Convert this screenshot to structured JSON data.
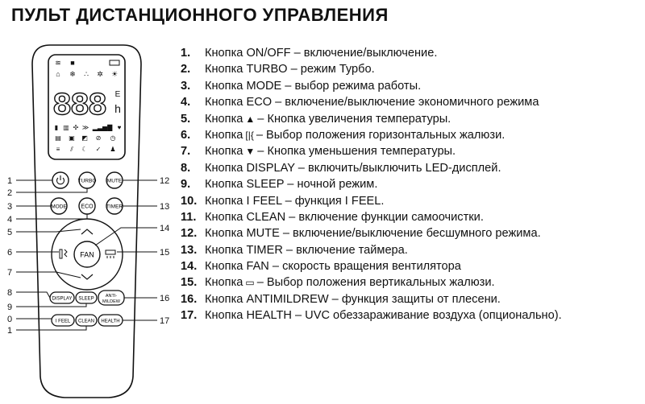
{
  "title": "ПУЛЬТ ДИСТАНЦИОННОГО УПРАВЛЕНИЯ",
  "remote": {
    "display_digits": "888",
    "display_unit_top": "E",
    "display_unit_bottom": "h",
    "buttons": {
      "turbo": "TURBO",
      "mute": "MUTE",
      "mode": "MODE",
      "eco": "ECO",
      "timer": "TIMER",
      "fan": "FAN",
      "display": "DISPLAY",
      "sleep": "SLEEP",
      "antimildew_1": "ANTI-",
      "antimildew_2": "MILDEW",
      "ifeel": "I FEEL",
      "clean": "CLEAN",
      "health": "HEALTH"
    },
    "callouts": {
      "c1": "1",
      "c2": "2",
      "c3": "3",
      "c4": "4",
      "c5": "5",
      "c6": "6",
      "c7": "7",
      "c8": "8",
      "c9": "9",
      "c0": "0",
      "c1b": "1",
      "c12": "12",
      "c13": "13",
      "c14": "14",
      "c15": "15",
      "c16": "16",
      "c17": "17"
    }
  },
  "legend": [
    {
      "num": "1.",
      "pre": "Кнопка ON/OFF – включение/выключение.",
      "post": ""
    },
    {
      "num": "2.",
      "pre": "Кнопка TURBO – режим Турбо.",
      "post": ""
    },
    {
      "num": "3.",
      "pre": "Кнопка MODE – выбор режима работы.",
      "post": ""
    },
    {
      "num": "4.",
      "pre": "Кнопка ECO – включение/выключение экономичного режима",
      "post": ""
    },
    {
      "num": "5.",
      "pre": "Кнопка",
      "icon": "▲",
      "post": "– Кнопка увеличения температуры."
    },
    {
      "num": "6.",
      "pre": "Кнопка",
      "icon": "[|{",
      "post": "– Выбор положения горизонтальных жалюзи."
    },
    {
      "num": "7.",
      "pre": "Кнопка",
      "icon": "▼",
      "post": "– Кнопка уменьшения температуры."
    },
    {
      "num": "8.",
      "pre": "Кнопка DISPLAY – включить/выключить LED-дисплей.",
      "post": ""
    },
    {
      "num": "9.",
      "pre": "Кнопка SLEEP – ночной режим.",
      "post": ""
    },
    {
      "num": "10.",
      "pre": "Кнопка I FEEL – функция I FEEL.",
      "post": ""
    },
    {
      "num": "11.",
      "pre": "Кнопка CLEAN – включение функции самоочистки.",
      "post": ""
    },
    {
      "num": "12.",
      "pre": "Кнопка MUTE – включение/выключение бесшумного режима.",
      "post": ""
    },
    {
      "num": "13.",
      "pre": "Кнопка TIMER – включение таймера.",
      "post": ""
    },
    {
      "num": "14.",
      "pre": "Кнопка FAN – скорость вращения вентилятора",
      "post": ""
    },
    {
      "num": "15.",
      "pre": "Кнопка",
      "icon": "▭",
      "post": "– Выбор положения вертикальных жалюзи."
    },
    {
      "num": "16.",
      "pre": "Кнопка ANTIMILDREW – функция защиты от плесени.",
      "post": ""
    },
    {
      "num": "17.",
      "pre": "Кнопка HEALTH – UVC обеззараживание воздуха (опционально).",
      "post": ""
    }
  ]
}
